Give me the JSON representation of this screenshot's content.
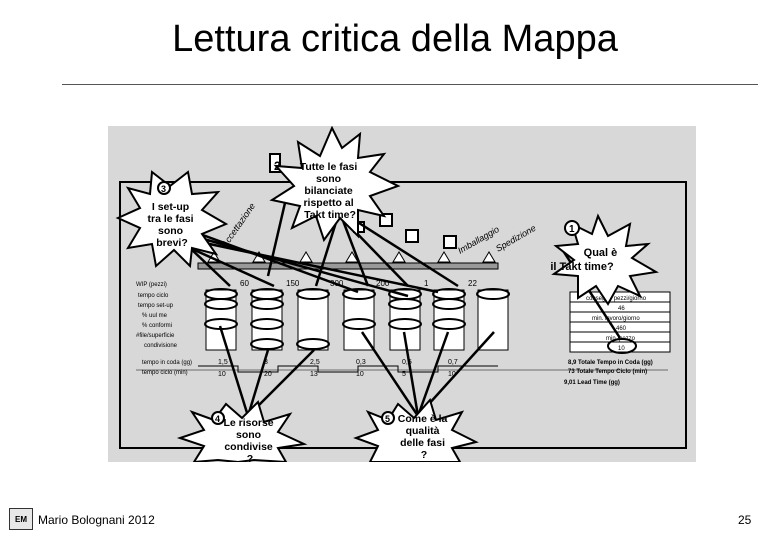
{
  "slide": {
    "title": "Lettura critica della Mappa",
    "footer": "Mario Bolognani 2012",
    "page_number": "25"
  },
  "map": {
    "row_labels": [
      "WIP (pezzi)",
      "tempo ciclo",
      "tempo set-up",
      "% uul me",
      "% conformi",
      "#file/superficie",
      "condivisione"
    ],
    "wip_values": [
      "60",
      "150",
      "300",
      "200",
      "1",
      "22"
    ],
    "customer_data": [
      "consegne pezzi/giorno",
      "46",
      "min. lavoro/giorno",
      "460",
      "min./pezzo",
      "10"
    ],
    "cycle_time_row": [
      "10",
      "20",
      "13",
      "10",
      "5",
      "10"
    ],
    "queue_time_row": [
      "1,5",
      "3",
      "2,5",
      "0,3",
      "0,5",
      "0,7"
    ],
    "timeline_labels": [
      "tempo in coda (gg)",
      "tempo ciclo (min)"
    ],
    "totals": [
      "8,9 Totale Tempo in Coda (gg)",
      "73 Totale Tempo Ciclo (min)",
      "9,01 Lead Time (gg)"
    ],
    "box_labels": [
      "Accettazione",
      "Imballaggio",
      "Spedizione"
    ]
  },
  "callouts": [
    {
      "num": "1",
      "text": [
        "Qual è",
        "il Takt time?"
      ]
    },
    {
      "num": "2",
      "text": [
        "Tutte le fasi",
        "sono",
        "bilanciate",
        "rispetto al",
        "Takt time?"
      ]
    },
    {
      "num": "3",
      "text": [
        "I set-up",
        "tra le fasi",
        "sono",
        "brevi?"
      ]
    },
    {
      "num": "4",
      "text": [
        "Le risorse",
        "sono",
        "condivise",
        "?"
      ]
    },
    {
      "num": "5",
      "text": [
        "Come è la",
        "qualità",
        "delle fasi",
        "?"
      ]
    }
  ]
}
